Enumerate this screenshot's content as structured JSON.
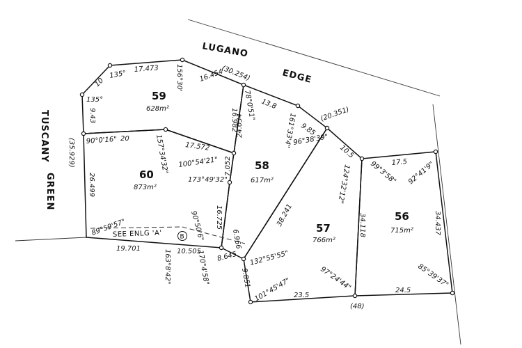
{
  "streets": {
    "top_1": "LUGANO",
    "top_2": "EDGE",
    "left_1": "TUSCANY",
    "left_2": "GREEN"
  },
  "lots": [
    {
      "number": "59",
      "area": "628m²"
    },
    {
      "number": "60",
      "area": "873m²"
    },
    {
      "number": "58",
      "area": "617m²"
    },
    {
      "number": "57",
      "area": "766m²"
    },
    {
      "number": "56",
      "area": "715m²"
    }
  ],
  "dimensions": [
    "17.473",
    "10",
    "9.43",
    "16.454",
    "(30.254)",
    "13.8",
    "9.85",
    "(20.351)",
    "10.5",
    "17.5",
    "34.437",
    "24.5",
    "(48)",
    "23.5",
    "34.118",
    "38.241",
    "9.851",
    "8.645",
    "10.505",
    "19.701",
    "26.499",
    "(35.929)",
    "20",
    "17.572",
    "16.982",
    "24.034",
    "7.052",
    "16.725",
    "6.966"
  ],
  "angles": [
    "135°",
    "135°",
    "156°30'",
    "78°0'51\"",
    "161°33'4\"",
    "96°38'39\"",
    "90°0'16\"",
    "157°34'32\"",
    "100°54'21\"",
    "173°49'32\"",
    "124°32'12\"",
    "99°3'58\"",
    "92°41'9\"",
    "89°59'57\"",
    "90°50'6\"",
    "163°8'42\"",
    "170°4'58\"",
    "132°55'55\"",
    "101°45'47\"",
    "97°24'44\"",
    "85°39'37\""
  ],
  "notes": {
    "see_enlargement": "SEE ENLG 'A'",
    "marker": "B"
  }
}
